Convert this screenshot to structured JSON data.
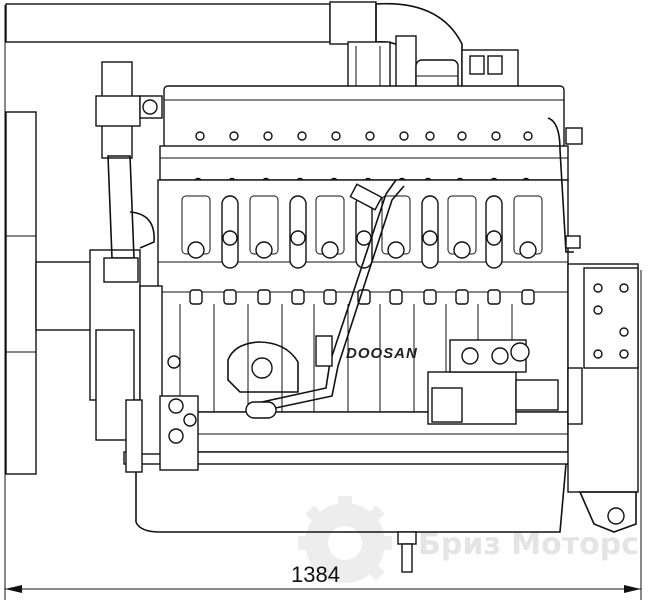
{
  "dimension": {
    "width_label": "1384"
  },
  "engine": {
    "brand_label": "DOOSAN"
  },
  "watermark": {
    "text": "Бриз Моторс",
    "icon": "gear-logo-icon"
  },
  "colors": {
    "line": "#111111",
    "background": "#ffffff",
    "watermark": "#e4e4e4"
  }
}
